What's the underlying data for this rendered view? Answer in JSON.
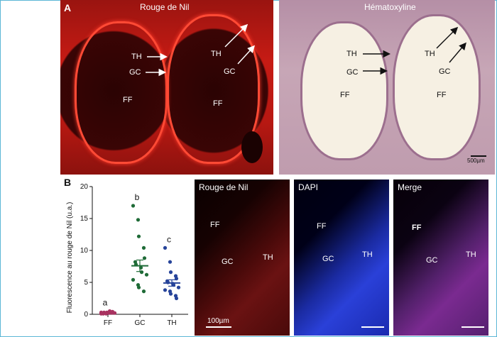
{
  "panel_a": {
    "letter": "A",
    "left_title": "Rouge de Nil",
    "right_title": "Hématoxyline",
    "labels": {
      "th": "TH",
      "gc": "GC",
      "ff": "FF"
    },
    "scale_bar": "500µm"
  },
  "panel_b": {
    "letter": "B",
    "images": {
      "red_title": "Rouge de Nil",
      "dapi_title": "DAPI",
      "merge_title": "Merge",
      "ff": "FF",
      "gc": "GC",
      "th": "TH",
      "scale_bar": "100µm"
    }
  },
  "colors": {
    "ff": "#a83260",
    "gc": "#1f6b37",
    "th": "#27449a"
  },
  "chart_data": {
    "type": "scatter",
    "ylabel": "Fluorescence au rouge de Nil (u.a.)",
    "categories": [
      "FF",
      "GC",
      "TH"
    ],
    "ylim": [
      0,
      20
    ],
    "yticks": [
      0,
      5,
      10,
      15,
      20
    ],
    "significance": [
      "a",
      "b",
      "c"
    ],
    "series": [
      {
        "category": "FF",
        "values": [
          0.1,
          0.2,
          0.3,
          0.2,
          0.4,
          0.1,
          0.3,
          0.2,
          0.5,
          0.2,
          0.3,
          0.1
        ],
        "mean": 0.25,
        "sem": 0.05
      },
      {
        "category": "GC",
        "values": [
          17.0,
          14.8,
          12.2,
          10.4,
          8.8,
          8.2,
          7.8,
          7.3,
          6.6,
          6.2,
          5.4,
          4.6,
          4.2,
          3.6
        ],
        "mean": 7.6,
        "sem": 0.9
      },
      {
        "category": "TH",
        "values": [
          10.4,
          8.2,
          6.6,
          6.0,
          5.6,
          5.2,
          5.0,
          4.8,
          4.6,
          4.2,
          3.8,
          3.6,
          3.2,
          2.9,
          2.5
        ],
        "mean": 4.9,
        "sem": 0.5
      }
    ]
  }
}
